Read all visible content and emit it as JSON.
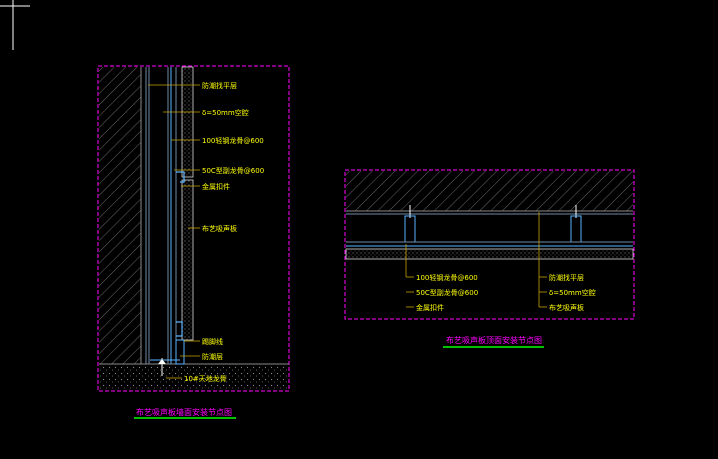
{
  "colors": {
    "background": "#000000",
    "frame": "#ff00ff",
    "label": "#ffff00",
    "title": "#ff00ff",
    "underline": "#00ff00",
    "leader": "#c8a000",
    "structure": "#6f8ca8",
    "hatch": "#7a7a7a",
    "panel": "#d8d8d8",
    "metal": "#5ab4ff"
  },
  "wall_section": {
    "labels": {
      "leveling": "防潮找平层",
      "air_layer": "δ=50mm空腔",
      "keel_main": "100轻钢龙骨@600",
      "keel_sub": "50C型副龙骨@600",
      "clip": "金属扣件",
      "panel": "布艺吸声板",
      "trim": "踢脚线",
      "base": "防潮层",
      "floor_keel": "10#天地龙骨"
    },
    "title": "布艺吸声板墙面安装节点图"
  },
  "ceiling_section": {
    "labels": {
      "keel_main": "100轻钢龙骨@600",
      "keel_sub": "50C型副龙骨@600",
      "clip": "金属扣件",
      "leveling": "防潮找平层",
      "air_layer": "δ=50mm空腔",
      "panel": "布艺吸声板"
    },
    "title": "布艺吸声板顶面安装节点图"
  }
}
